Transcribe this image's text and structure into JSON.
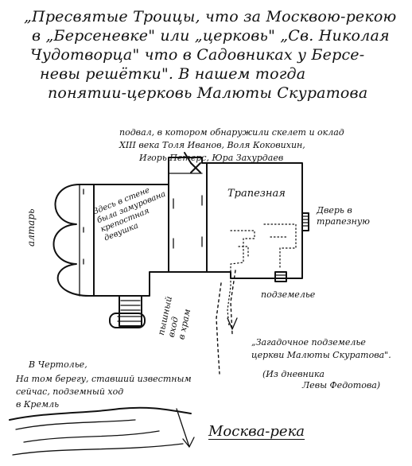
{
  "heading": {
    "lines": [
      "„Пресвятые Троицы, что за Москвою-рекою",
      "в „Берсеневке\" или „церковь\" „Св. Николая",
      "Чудотворца\" что в Садовниках у Берсе-",
      "невы решётки\". В нашем тогда",
      "понятии-церковь Малюты Скуратова"
    ]
  },
  "labels": {
    "basement_note": [
      "подвал, в котором обнаружили скелет и оклад",
      "XIII века Толя Иванов, Воля Коковихин,",
      "Игорь Петерс, Юра Захурдаев"
    ],
    "walled_girl": [
      "Здесь в стене",
      "была замурована",
      "крепостная",
      "девушка"
    ],
    "refectory": "Трапезная",
    "refectory_door": [
      "Дверь в",
      "трапезную"
    ],
    "altar": "алтарь",
    "underground": "подземелье",
    "grand_entrance": [
      "пышный",
      "вход",
      "в храм"
    ],
    "mysterious": [
      "„Загадочное подземелье",
      "церкви Малюты Скуратова\"."
    ],
    "diary": [
      "(Из дневника",
      "Левы Федотова)"
    ],
    "chertolye": [
      "В Чертолье,",
      "На том берегу, ставший известным",
      "сейчас, подземный ход",
      "в Кремль"
    ],
    "river": "Москва-река"
  },
  "colors": {
    "ink": "#111111",
    "paper": "#ffffff"
  },
  "icons": [
    "cross-icon",
    "arrow-icon",
    "stairs-icon",
    "door-icon"
  ]
}
